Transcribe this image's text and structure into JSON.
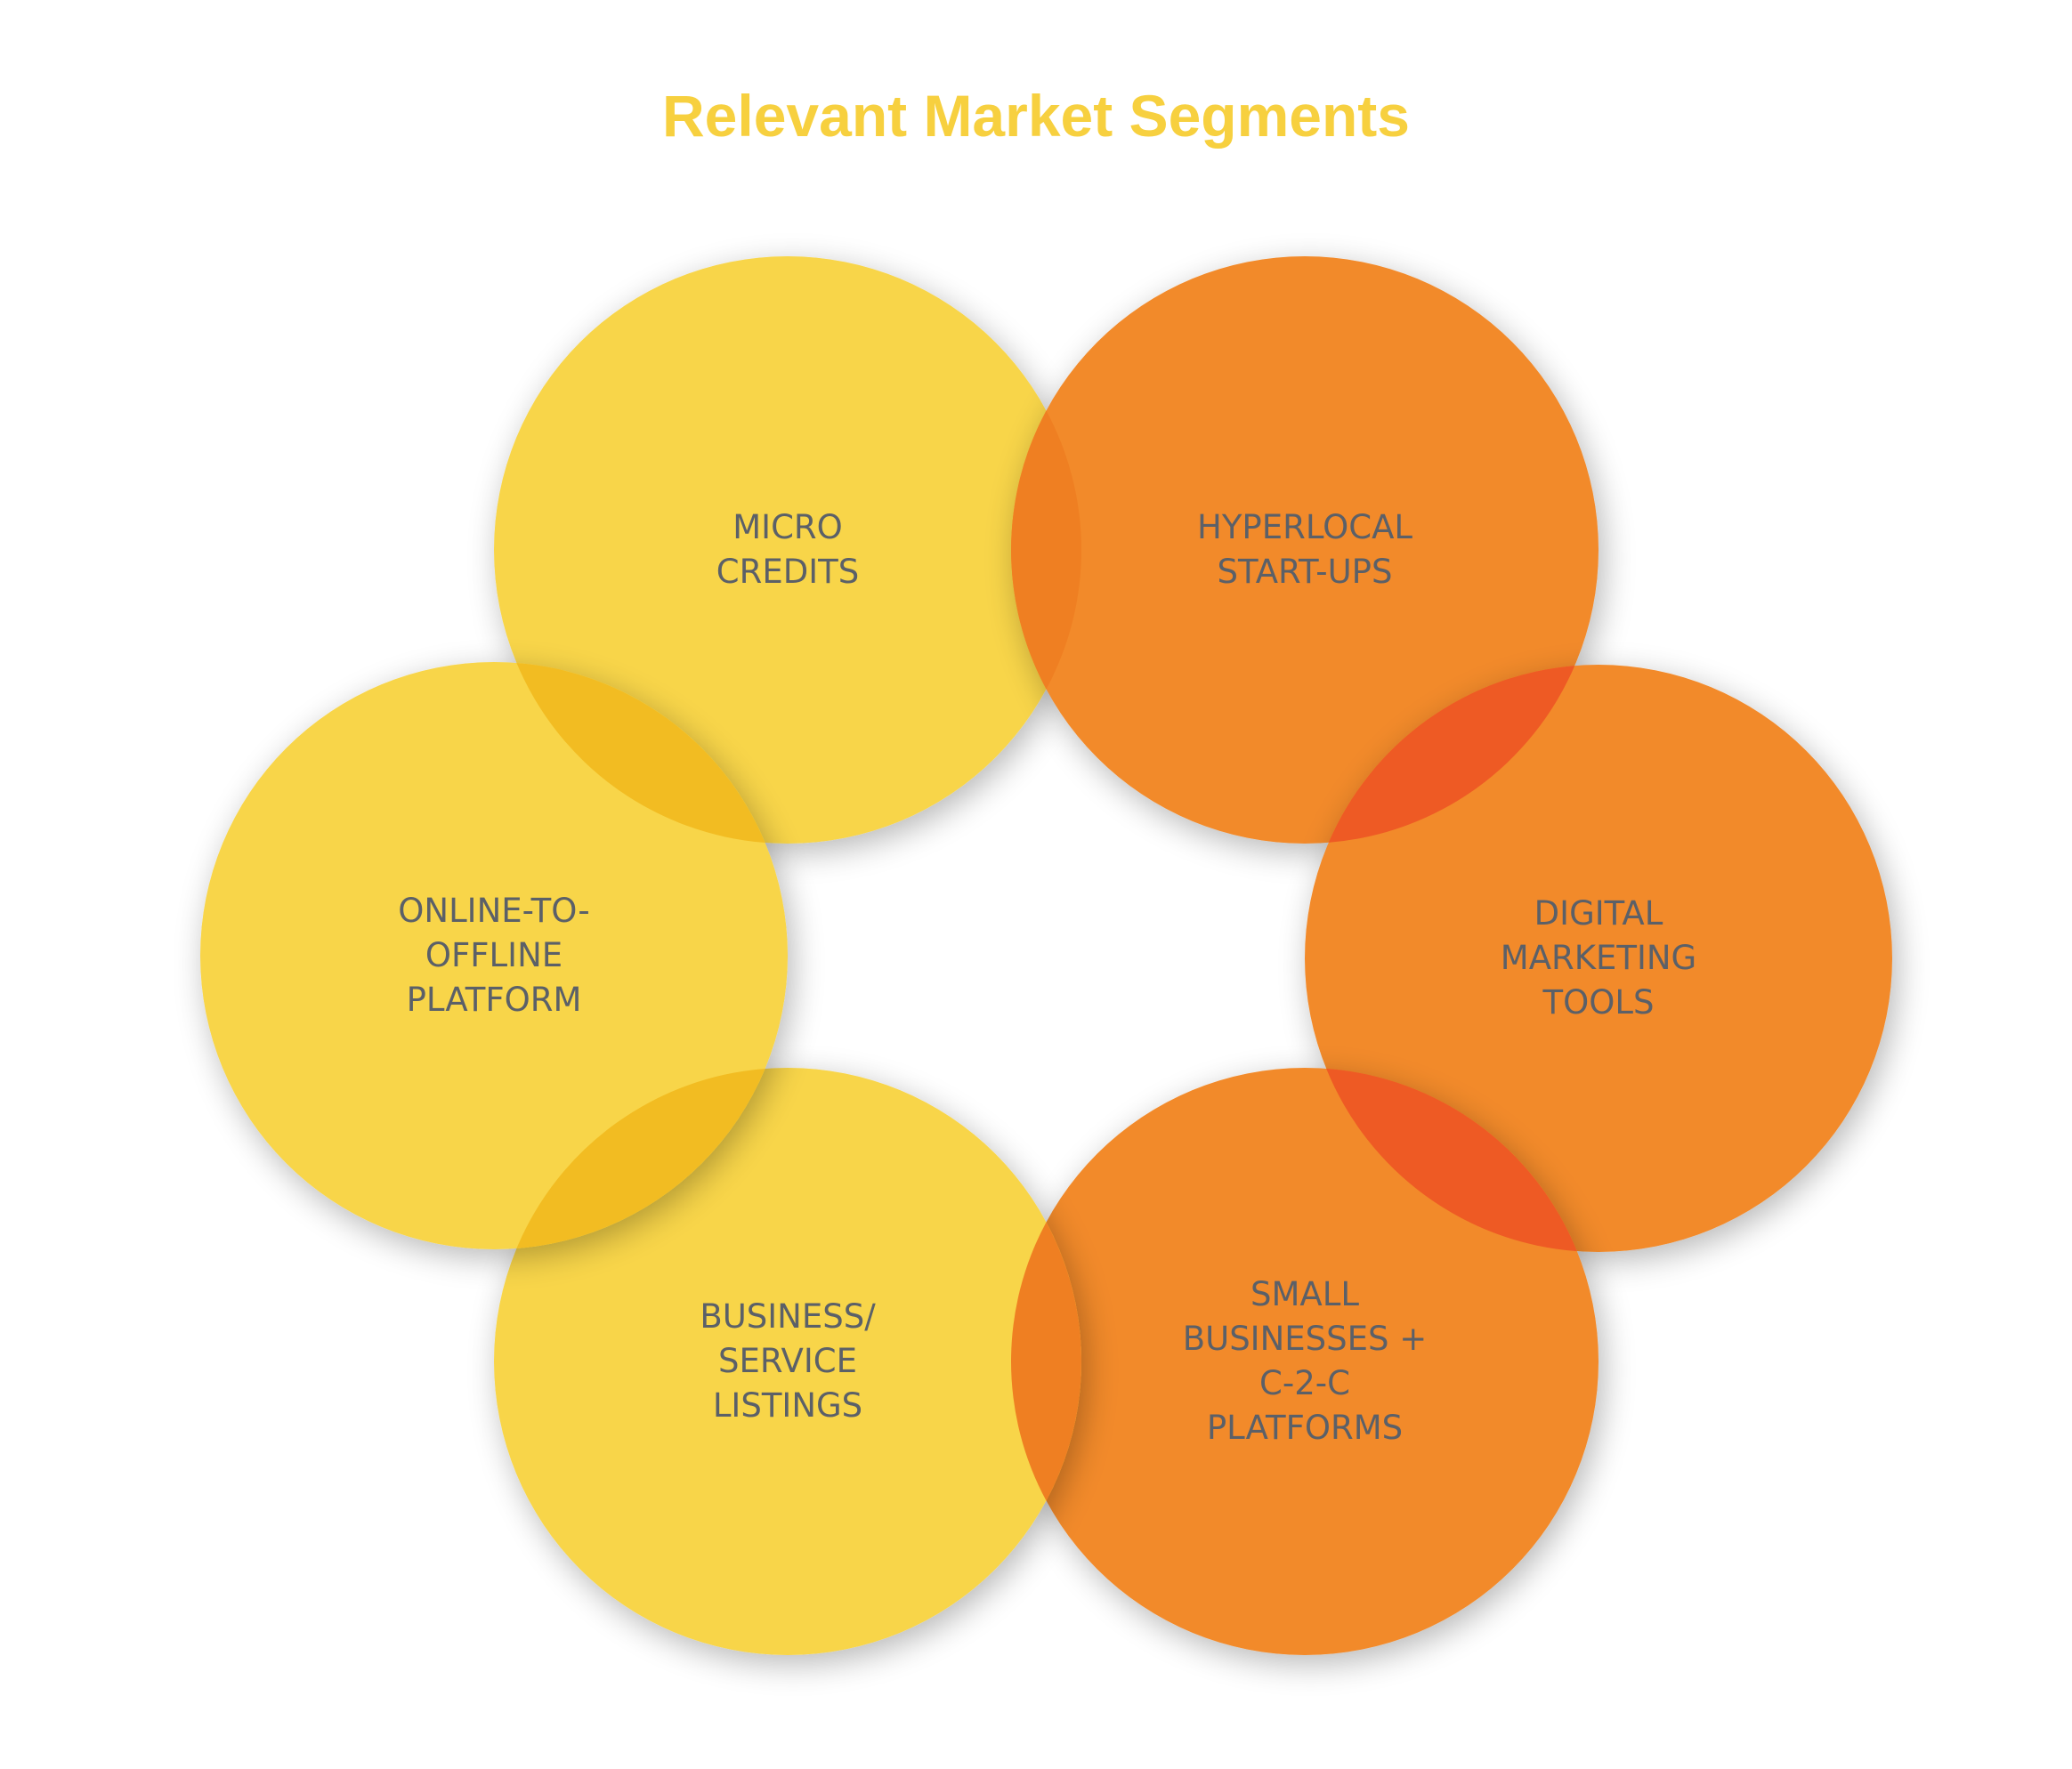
{
  "title": "Relevant Market Segments",
  "colors": {
    "title": "#f7d03f",
    "yellow": "#f8d548",
    "yellow_overlap": "#f2bc22",
    "orange": "#f28a2b",
    "orange_overlap": "#ee5a24",
    "label_text": "#5b6068"
  },
  "segments": [
    {
      "label": "MICRO\nCREDITS",
      "color_group": "yellow"
    },
    {
      "label": "HYPERLOCAL\nSTART-UPS",
      "color_group": "orange"
    },
    {
      "label": "DIGITAL\nMARKETING\nTOOLS",
      "color_group": "orange"
    },
    {
      "label": "SMALL\nBUSINESSES +\nC-2-C\nPLATFORMS",
      "color_group": "orange"
    },
    {
      "label": "BUSINESS/\nSERVICE\nLISTINGS",
      "color_group": "yellow"
    },
    {
      "label": "ONLINE-TO-\nOFFLINE\nPLATFORM",
      "color_group": "yellow"
    }
  ]
}
